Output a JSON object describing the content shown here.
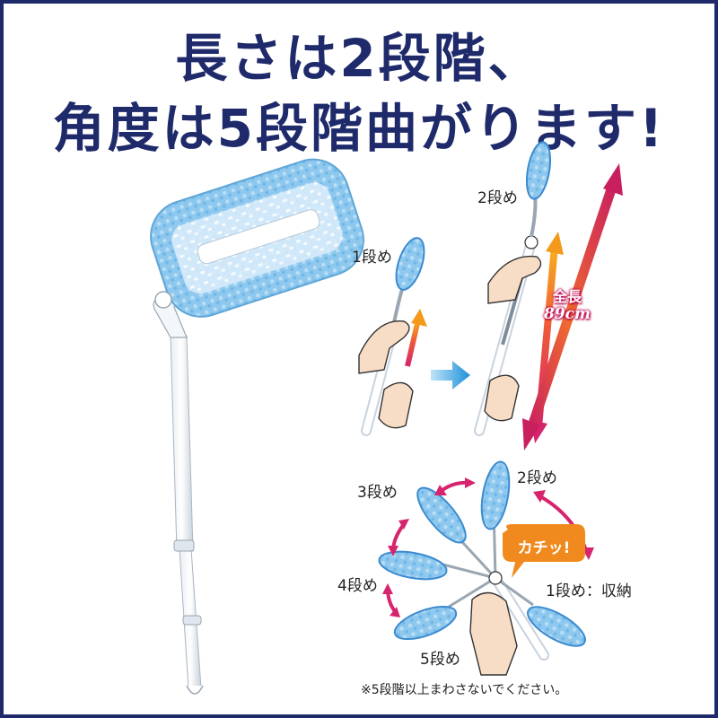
{
  "headline": {
    "line1": "長さは2段階、",
    "line2": "角度は5段階曲がります!"
  },
  "length_diagram": {
    "stage1_label": "1段め",
    "stage2_label": "2段め",
    "total_length_label": "全長",
    "total_length_value": "89cm"
  },
  "angle_diagram": {
    "labels": [
      "1段め：収納",
      "2段め",
      "3段め",
      "4段め",
      "5段め"
    ],
    "click_sound": "カチッ!"
  },
  "footnote": "※5段階以上まわさないでください。",
  "colors": {
    "headline": "#1f2a6b",
    "duster_blue": "#8ec8ee",
    "arrow_magenta": "#d6246e",
    "arrow_orange": "#f39a1c",
    "bubble_orange": "#f08a1e",
    "skin": "#f8ddc6"
  }
}
